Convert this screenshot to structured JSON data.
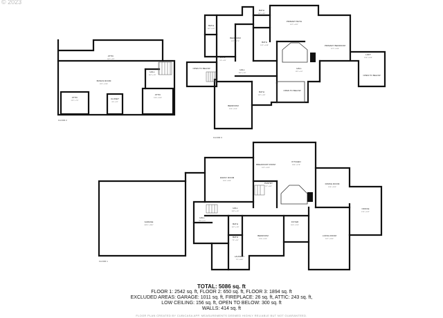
{
  "watermark": "© 2023",
  "floor_labels": [
    "FLOOR 2",
    "FLOOR 3",
    "FLOOR 1"
  ],
  "rooms": [
    {
      "id": "attic-top",
      "name": "ATTIC",
      "dims": "10'4\" x 4'9\""
    },
    {
      "id": "bonus-room",
      "name": "BONUS ROOM",
      "dims": "29'1\" x 19'6\""
    },
    {
      "id": "attic-left",
      "name": "ATTIC",
      "dims": "22'2\" x 7'9\""
    },
    {
      "id": "closet-f3",
      "name": "CLOSET",
      "dims": "3'0\" x 3'2\""
    },
    {
      "id": "hall-f3",
      "name": "HALL",
      "dims": "16'4\" x 4'9\""
    },
    {
      "id": "attic-right",
      "name": "ATTIC",
      "dims": "13'6\" x 16'0\""
    },
    {
      "id": "bath-top",
      "name": "BATH",
      "dims": "10'2\" x 8'0\""
    },
    {
      "id": "bath-left",
      "name": "BATH",
      "dims": "10'2\" x 6'6\""
    },
    {
      "id": "bedroom-a",
      "name": "BEDROOM",
      "dims": "13'2\" x 17'0\""
    },
    {
      "id": "bath-mid",
      "name": "BATH",
      "dims": "10'2\" x 14'8\""
    },
    {
      "id": "primary-bath",
      "name": "PRIMARY BATH",
      "dims": "10'7\" x 18'1\""
    },
    {
      "id": "primary-bedroom",
      "name": "PRIMARY BEDROOM",
      "dims": "22'1\" x 19'6\""
    },
    {
      "id": "wic-f2",
      "name": "W.I.C.",
      "dims": "5'0\" x 8'5\""
    },
    {
      "id": "loft",
      "name": "LOFT",
      "dims": "13'0\" x 14'4\""
    },
    {
      "id": "open-below-1",
      "name": "OPEN TO BELOW",
      "dims": ""
    },
    {
      "id": "open-below-2",
      "name": "OPEN TO BELOW",
      "dims": ""
    },
    {
      "id": "open-below-3",
      "name": "OPEN TO BELOW",
      "dims": ""
    },
    {
      "id": "hall-f2a",
      "name": "HALL",
      "dims": "29'6\" x 4'9\""
    },
    {
      "id": "hall-f2b",
      "name": "HALL",
      "dims": "12'5\" x 3'4\""
    },
    {
      "id": "bedroom-b",
      "name": "BEDROOM",
      "dims": "16'5\" x 15'5\""
    },
    {
      "id": "bath-lower",
      "name": "BATH",
      "dims": "10'2\" x 5'8\""
    },
    {
      "id": "family-room",
      "name": "FAMILY ROOM",
      "dims": "16'4\" x 18'6\""
    },
    {
      "id": "breakfast-room",
      "name": "BREAKFAST ROOM",
      "dims": "10'2\" x 16'0\""
    },
    {
      "id": "kitchen",
      "name": "KITCHEN",
      "dims": "18'0\" x 17'8\""
    },
    {
      "id": "pantry",
      "name": "PANTRY",
      "dims": "5'7\" x 4'0\""
    },
    {
      "id": "dining-room",
      "name": "DINING ROOM",
      "dims": "14'0\" x 16'0\""
    },
    {
      "id": "hall-f1a",
      "name": "HALL",
      "dims": "24'8\" x 4'0\""
    },
    {
      "id": "garage",
      "name": "GARAGE",
      "dims": "34'10\" x 36'0\""
    },
    {
      "id": "hall-f1b",
      "name": "HALL",
      "dims": "13'8\" x 5'1\""
    },
    {
      "id": "bath-f1a",
      "name": "BATH",
      "dims": "10'2\" x 5'8\""
    },
    {
      "id": "bath-f1b",
      "name": "BATH",
      "dims": "7'6\" x 5'0\""
    },
    {
      "id": "bedroom-f1",
      "name": "BEDROOM",
      "dims": "13'0\" x 14'0\""
    },
    {
      "id": "foyer",
      "name": "FOYER",
      "dims": "16'4\" x 15'0\""
    },
    {
      "id": "living-room",
      "name": "LIVING ROOM",
      "dims": "20'7\" x 20'0\""
    },
    {
      "id": "office",
      "name": "OFFICE",
      "dims": "12'6\" x 14'2\""
    },
    {
      "id": "laundry",
      "name": "LAUNDRY",
      "dims": "7'0\" x 10'6\""
    }
  ],
  "summary": {
    "total": "TOTAL: 5086 sq. ft",
    "line1": "FLOOR 1: 2542 sq. ft, FLOOR 2: 650 sq. ft, FLOOR 3: 1894 sq. ft",
    "line2": "EXCLUDED AREAS: GARAGE: 1011 sq. ft, FIREPLACE: 26 sq. ft, ATTIC: 243 sq. ft,",
    "line3": "LOW CEILING: 156 sq. ft, OPEN TO BELOW: 300 sq. ft",
    "line4": "WALLS: 414 sq. ft"
  },
  "footer": "FLOOR PLAN CREATED BY CUBICASA APP. MEASUREMENTS DEEMED HIGHLY RELIABLE BUT NOT GUARANTEED."
}
